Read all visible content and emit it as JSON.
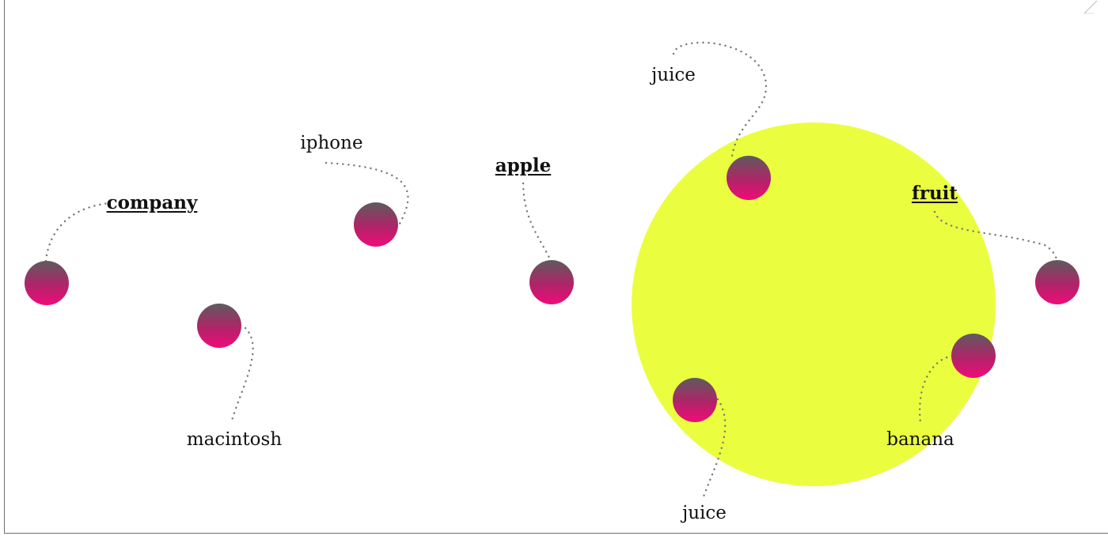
{
  "colors": {
    "group_fill": "#eafe3f",
    "node_top": "#5f5a5e",
    "node_bottom": "#f20a7a",
    "connector": "#777777",
    "frame": "#6f6f6f"
  },
  "group": {
    "label": "fruit"
  },
  "labels": {
    "company": "company",
    "iphone": "iphone",
    "apple": "apple",
    "juice_top": "juice",
    "fruit": "fruit",
    "macintosh": "macintosh",
    "juice_bottom": "juice",
    "banana": "banana"
  }
}
